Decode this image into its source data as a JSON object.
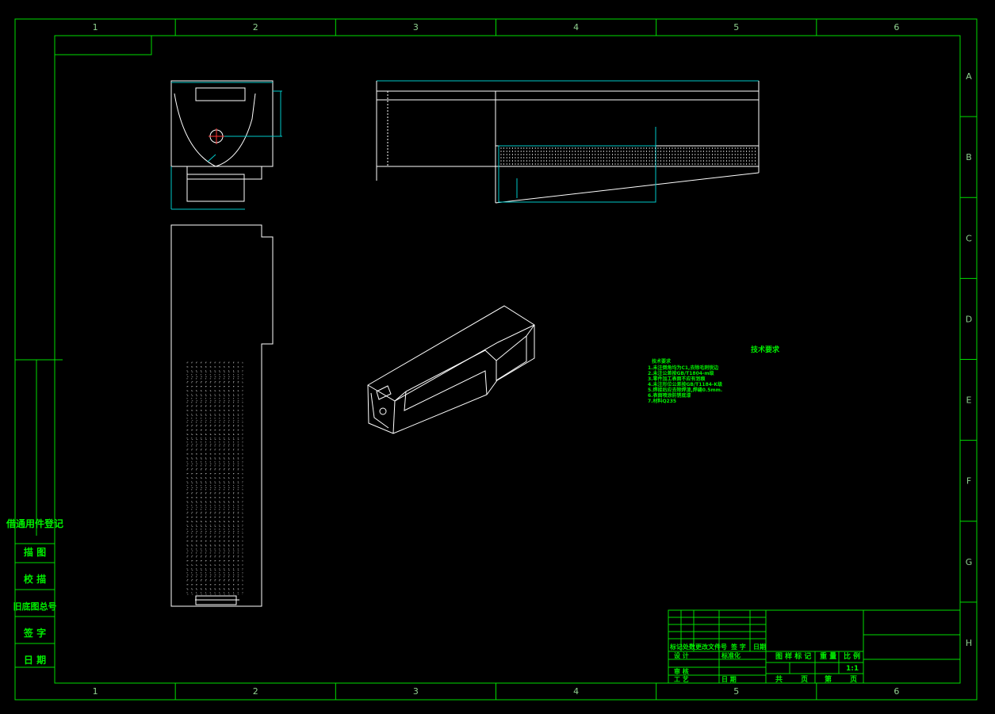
{
  "zone_columns": [
    "1",
    "2",
    "3",
    "4",
    "5",
    "6"
  ],
  "zone_rows": [
    "A",
    "B",
    "C",
    "D",
    "E",
    "F",
    "G",
    "H"
  ],
  "left_stamp": {
    "title": "借通用件登记",
    "rows": [
      "描 图",
      "校 描",
      "旧底图总号",
      "签 字",
      "日 期"
    ]
  },
  "technical_requirements": {
    "title": "技术要求",
    "items": [
      "技术要求",
      "1.未注倒角均为C1,去除毛刺锐边",
      "2.未注公差按GB/T1804-m级",
      "3.零件加工表面不应有划痕",
      "4.未注形位公差按GB/T1184-K级",
      "5.焊接后应去除焊渣,焊缝0.5mm.",
      "6.表面喷涂防锈底漆",
      "7.材料Q235"
    ]
  },
  "title_block": {
    "rev_headers": [
      "标记",
      "处数",
      "更改文件号",
      "签 字",
      "日期"
    ],
    "design": "设 计",
    "standardization": "标准化",
    "review": "审 核",
    "process": "工 艺",
    "date": "日 期",
    "stage_mark": "图 样 标 记",
    "weight": "重 量",
    "scale_label": "比 例",
    "scale_value": "1:1",
    "total": "共",
    "sheet": "第",
    "page": "页"
  },
  "colors": {
    "frame": "#00dd00",
    "geometry": "#ffffff",
    "dimension": "#00c8c8",
    "text": "#00ee00"
  }
}
